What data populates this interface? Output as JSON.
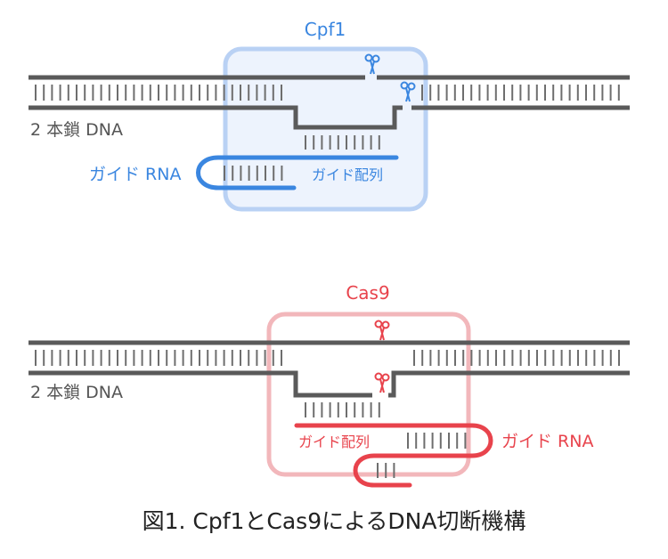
{
  "colors": {
    "dna": "#5a5a5a",
    "tick": "#6e6e6e",
    "cpf1": "#3a86e0",
    "cpf1_box_stroke": "#b9d1f4",
    "cpf1_box_fill": "#edf3fd",
    "cas9": "#e8434c",
    "cas9_box_stroke": "#f2b7bb",
    "cas9_box_fill": "#ffffff",
    "label_gray": "#555555"
  },
  "cpf1_panel": {
    "enzyme_label": "Cpf1",
    "dna_label": "2 本鎖 DNA",
    "guide_rna_label": "ガイド RNA",
    "guide_seq_label": "ガイド配列",
    "scissors": [
      "scissors-icon",
      "scissors-icon"
    ]
  },
  "cas9_panel": {
    "enzyme_label": "Cas9",
    "dna_label": "2 本鎖 DNA",
    "guide_rna_label": "ガイド RNA",
    "guide_seq_label": "ガイド配列",
    "scissors": [
      "scissors-icon",
      "scissors-icon"
    ]
  },
  "caption": "図1. Cpf1とCas9によるDNA切断機構"
}
